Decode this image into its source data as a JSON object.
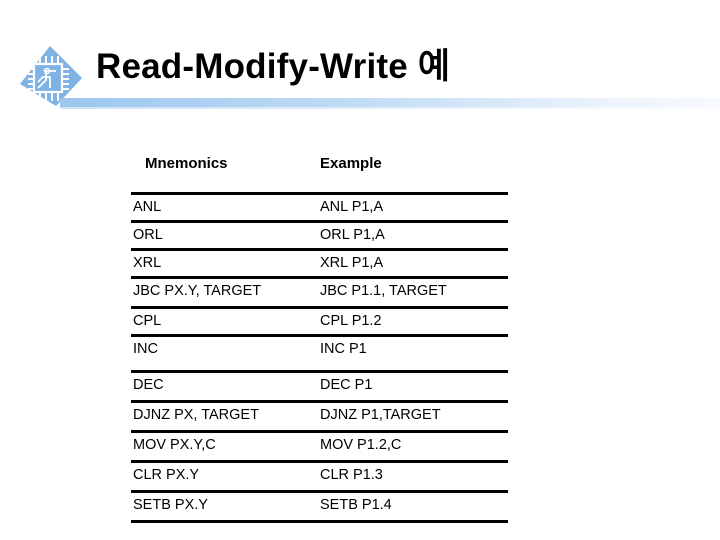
{
  "slide": {
    "title": "Read-Modify-Write 예",
    "logo_icon": "microchip-circuit-logo",
    "accent_color": "#9cc6ee",
    "text_color": "#000000",
    "background_color": "#ffffff"
  },
  "table": {
    "headers": {
      "mnemonics": "Mnemonics",
      "example": "Example"
    },
    "rows": [
      {
        "mnemonic": "ANL",
        "example": "ANL   P1,A"
      },
      {
        "mnemonic": "ORL",
        "example": "ORL   P1,A"
      },
      {
        "mnemonic": "XRL",
        "example": "XRL   P1,A"
      },
      {
        "mnemonic": "JBC   PX.Y, TARGET",
        "example": "JBC    P1.1, TARGET"
      },
      {
        "mnemonic": "CPL",
        "example": "CPL   P1.2"
      },
      {
        "mnemonic": "INC",
        "example": "INC    P1"
      },
      {
        "mnemonic": "DEC",
        "example": "DEC   P1"
      },
      {
        "mnemonic": "DJNZ PX, TARGET",
        "example": "DJNZ  P1,TARGET"
      },
      {
        "mnemonic": "MOV  PX.Y,C",
        "example": "MOV  P1.2,C"
      },
      {
        "mnemonic": "CLR    PX.Y",
        "example": "CLR  P1.3"
      },
      {
        "mnemonic": "SETB  PX.Y",
        "example": "SETB  P1.4"
      }
    ]
  }
}
